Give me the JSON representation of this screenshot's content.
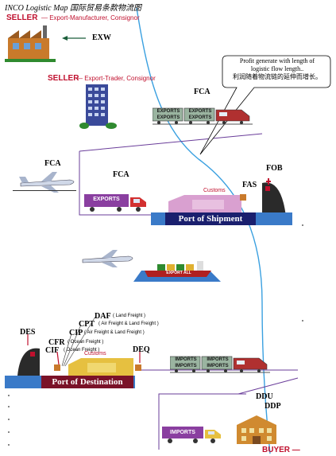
{
  "title": "INCO Logistic Map 国际贸易条款物流图",
  "top": {
    "seller1": "SELLER",
    "seller1_role": "— Export-Manufacturer, Consignor",
    "exw": "EXW",
    "seller2": "SELLER",
    "seller2_role": "— Export-Trader, Consignor"
  },
  "callout": {
    "line1": "Profit generate with length of",
    "line2": "logistic flow length..",
    "line3": "利润随着物流链的延伸而增长。"
  },
  "export_side": {
    "fca_top": "FCA",
    "fca_plane": "FCA",
    "fca_truck": "FCA",
    "exports_truck_label": "EXPORTS",
    "exports_wagon_labels": [
      "EXPORTS",
      "EXPORTS",
      "EXPORTS",
      "EXPORTS"
    ],
    "customs": "Customs",
    "fas": "FAS",
    "fob": "FOB",
    "port_of_shipment": "Port of Shipment"
  },
  "transit": {
    "ship_label": "EXPORT ALL"
  },
  "import_side": {
    "daf": "DAF",
    "daf_note": "( Land Freight )",
    "cpt": "CPT",
    "cpt_note": "( Air Freight & Land Freight )",
    "cip": "CIP",
    "cip_note": "( Air Freight & Land Freight )",
    "cfr": "CFR",
    "cfr_note": "( Ocean Freight )",
    "cif": "CIF",
    "cif_note": "( Ocean Freight )",
    "des": "DES",
    "deq": "DEQ",
    "customs": "Customs",
    "port_of_destination": "Port of Destination",
    "imports_wagon_labels": [
      "IMPORTS",
      "IMPORTS",
      "IMPORTS",
      "IMPORTS"
    ],
    "imports_truck_label": "IMPORTS",
    "ddu": "DDU",
    "ddp": "DDP",
    "buyer": "BUYER —"
  },
  "colors": {
    "seller_red": "#c0102e",
    "port_blue": "#1a1f6e",
    "port_red": "#7a1228",
    "curve_blue": "#3aa0e0",
    "line_purple": "#6a3d9a"
  }
}
